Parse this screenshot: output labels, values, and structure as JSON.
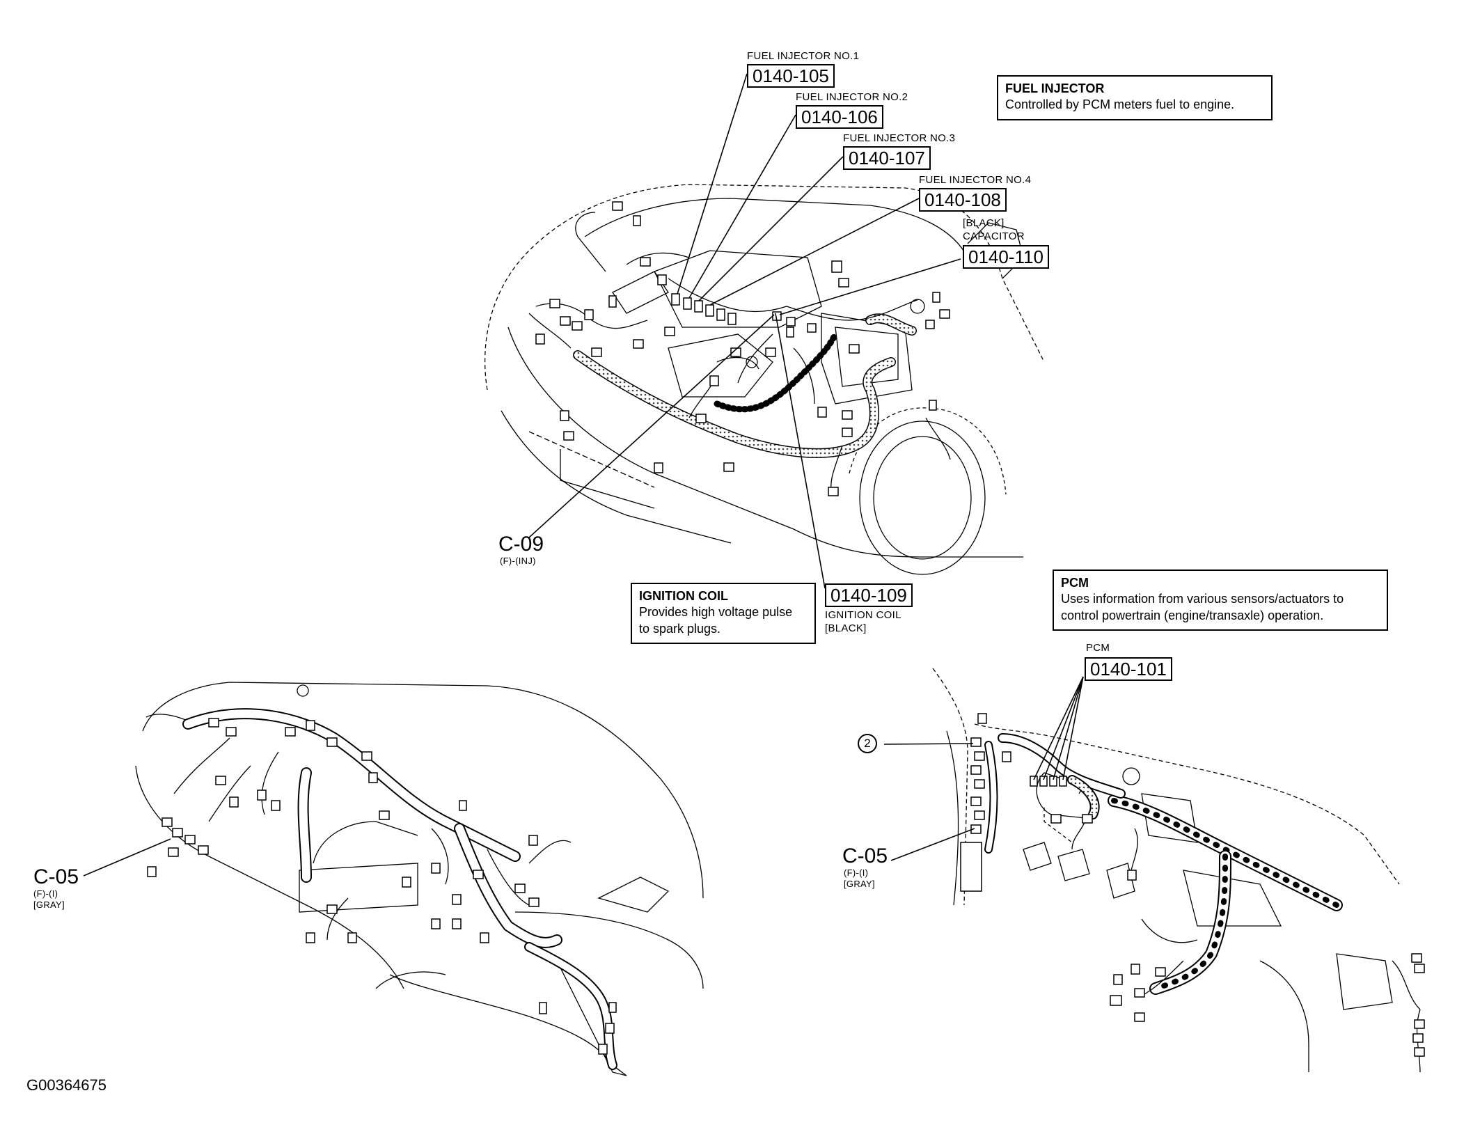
{
  "engine": {
    "callouts": [
      {
        "title": "FUEL INJECTOR NO.1",
        "code": "0140-105"
      },
      {
        "title": "FUEL INJECTOR NO.2",
        "code": "0140-106"
      },
      {
        "title": "FUEL INJECTOR NO.3",
        "code": "0140-107"
      },
      {
        "title": "FUEL INJECTOR NO.4",
        "code": "0140-108"
      },
      {
        "title": "[BLACK]",
        "title2": "CAPACITOR",
        "code": "0140-110"
      },
      {
        "code": "0140-109",
        "sub": "IGNITION COIL",
        "sub2": "[BLACK]"
      }
    ],
    "connector": {
      "id": "C-09",
      "sub": "(F)-(INJ)"
    }
  },
  "info_boxes": {
    "fuel_injector": {
      "title": "FUEL INJECTOR",
      "body": "Controlled by PCM meters fuel to engine."
    },
    "ignition_coil": {
      "title": "IGNITION COIL",
      "body": "Provides high voltage pulse\nto spark plugs."
    },
    "pcm": {
      "title": "PCM",
      "body": "Uses information from various sensors/actuators to\ncontrol powertrain (engine/transaxle) operation."
    }
  },
  "dash_left": {
    "connector": {
      "id": "C-05",
      "sub": "(F)-(I)",
      "sub2": "[GRAY]"
    }
  },
  "dash_right": {
    "pcm_label": "PCM",
    "pcm_code": "0140-101",
    "marker": "2",
    "connector": {
      "id": "C-05",
      "sub": "(F)-(I)",
      "sub2": "[GRAY]"
    }
  },
  "figure_id": "G00364675",
  "colors": {
    "line": "#000000",
    "hatch": "#555555",
    "background": "#ffffff"
  }
}
